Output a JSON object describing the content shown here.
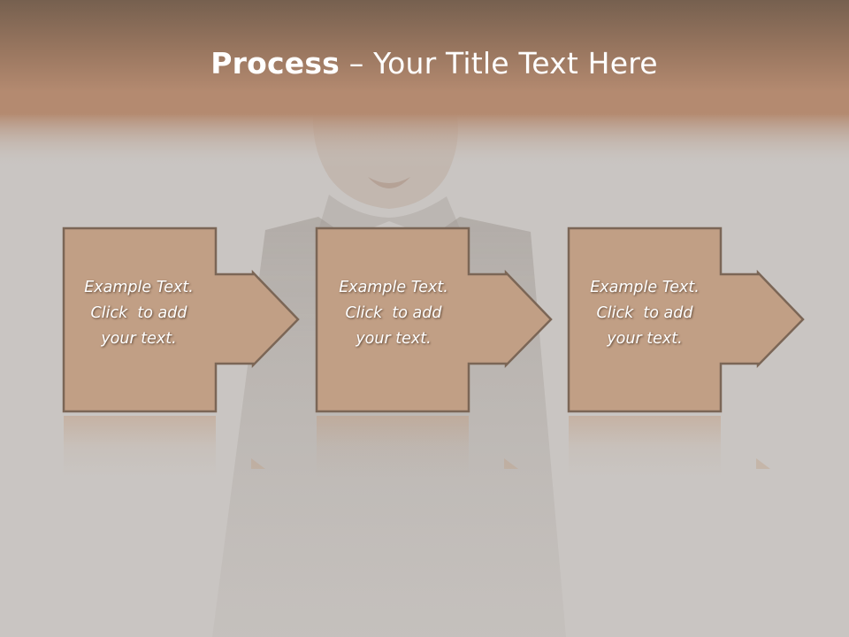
{
  "slide": {
    "title_bold": "Process",
    "title_rest": " – Your Title Text Here",
    "colors": {
      "header_dark": "#7a5f4c",
      "header_light": "#b48a70",
      "box_fill": "#c19f85",
      "box_stroke": "#7b6656",
      "background": "#c9c5c2"
    }
  },
  "steps": [
    {
      "text_line1": "Example Text.",
      "text_line2": "Click  to add",
      "text_line3": "your text.",
      "connector_icon": "arrow-right-icon"
    },
    {
      "text_line1": "Example Text.",
      "text_line2": "Click  to add",
      "text_line3": "your text.",
      "connector_icon": "arrow-right-icon"
    },
    {
      "text_line1": "Example Text.",
      "text_line2": "Click  to add",
      "text_line3": "your text.",
      "connector_icon": "arrow-right-icon"
    }
  ]
}
